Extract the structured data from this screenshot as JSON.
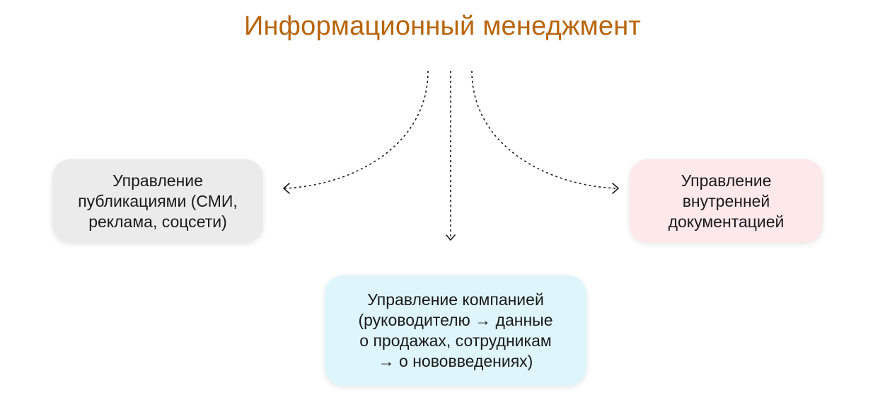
{
  "title": "Информационный менеджмент",
  "colors": {
    "title": "#b8650d",
    "arrow": "#1a1a1a",
    "box_left_bg": "#ebebeb",
    "box_right_bg": "#fde8ea",
    "box_bottom_bg": "#def5fc"
  },
  "boxes": {
    "left": "Управление\nпубликациями (СМИ,\nреклама, соцсети)",
    "right": "Управление\nвнутренней\nдокументацией",
    "bottom": "Управление компанией\n(руководителю → данные\nо продажах, сотрудникам\n→ о нововведениях)"
  }
}
